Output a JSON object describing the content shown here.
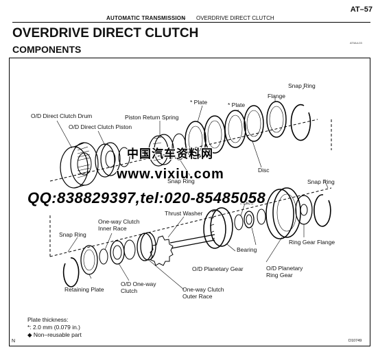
{
  "header": {
    "section": "AUTOMATIC TRANSMISSION",
    "separator": "–",
    "subsection": "OVERDRIVE DIRECT CLUTCH",
    "page": "AT–57"
  },
  "title": "OVERDRIVE DIRECT CLUTCH",
  "subtitle": "COMPONENTS",
  "figure_code_top": "AT0A4-03",
  "labels": {
    "drum": "O/D Direct Clutch Drum",
    "piston": "O/D Direct Clutch Piston",
    "return_spring": "Piston Return Spring",
    "plate1": "* Plate",
    "plate2": "* Plate",
    "flange": "Flange",
    "snap_ring_top": "Snap Ring",
    "disc": "Disc",
    "snap_ring_mid": "Snap Ring",
    "snap_ring_right": "Snap Ring",
    "race": "Race",
    "thrust_washer": "Thrust Washer",
    "owc_inner_race": "One-way Clutch\nInner Race",
    "snap_ring_left": "Snap Ring",
    "bearing": "Bearing",
    "ring_gear_flange": "Ring Gear Flange",
    "planetary_gear": "O/D Planetary Gear",
    "planetary_ring_gear": "O/D Planetary\nRing Gear",
    "retaining_plate": "Retaining Plate",
    "owc": "O/D One-way\nClutch",
    "owc_outer_race": "One-way Clutch\nOuter Race"
  },
  "watermark": {
    "line1": "中国汽车资料网",
    "line2": "www.vixiu.com",
    "line3": "QQ:838829397,tel:020-85485058"
  },
  "notes": {
    "line1": "Plate thickness:",
    "line2": "*: 2.0 mm (0.079 in.)",
    "line3": "◆  Non–reusable part"
  },
  "corner_left": "N",
  "figure_code_bottom": "D10749"
}
